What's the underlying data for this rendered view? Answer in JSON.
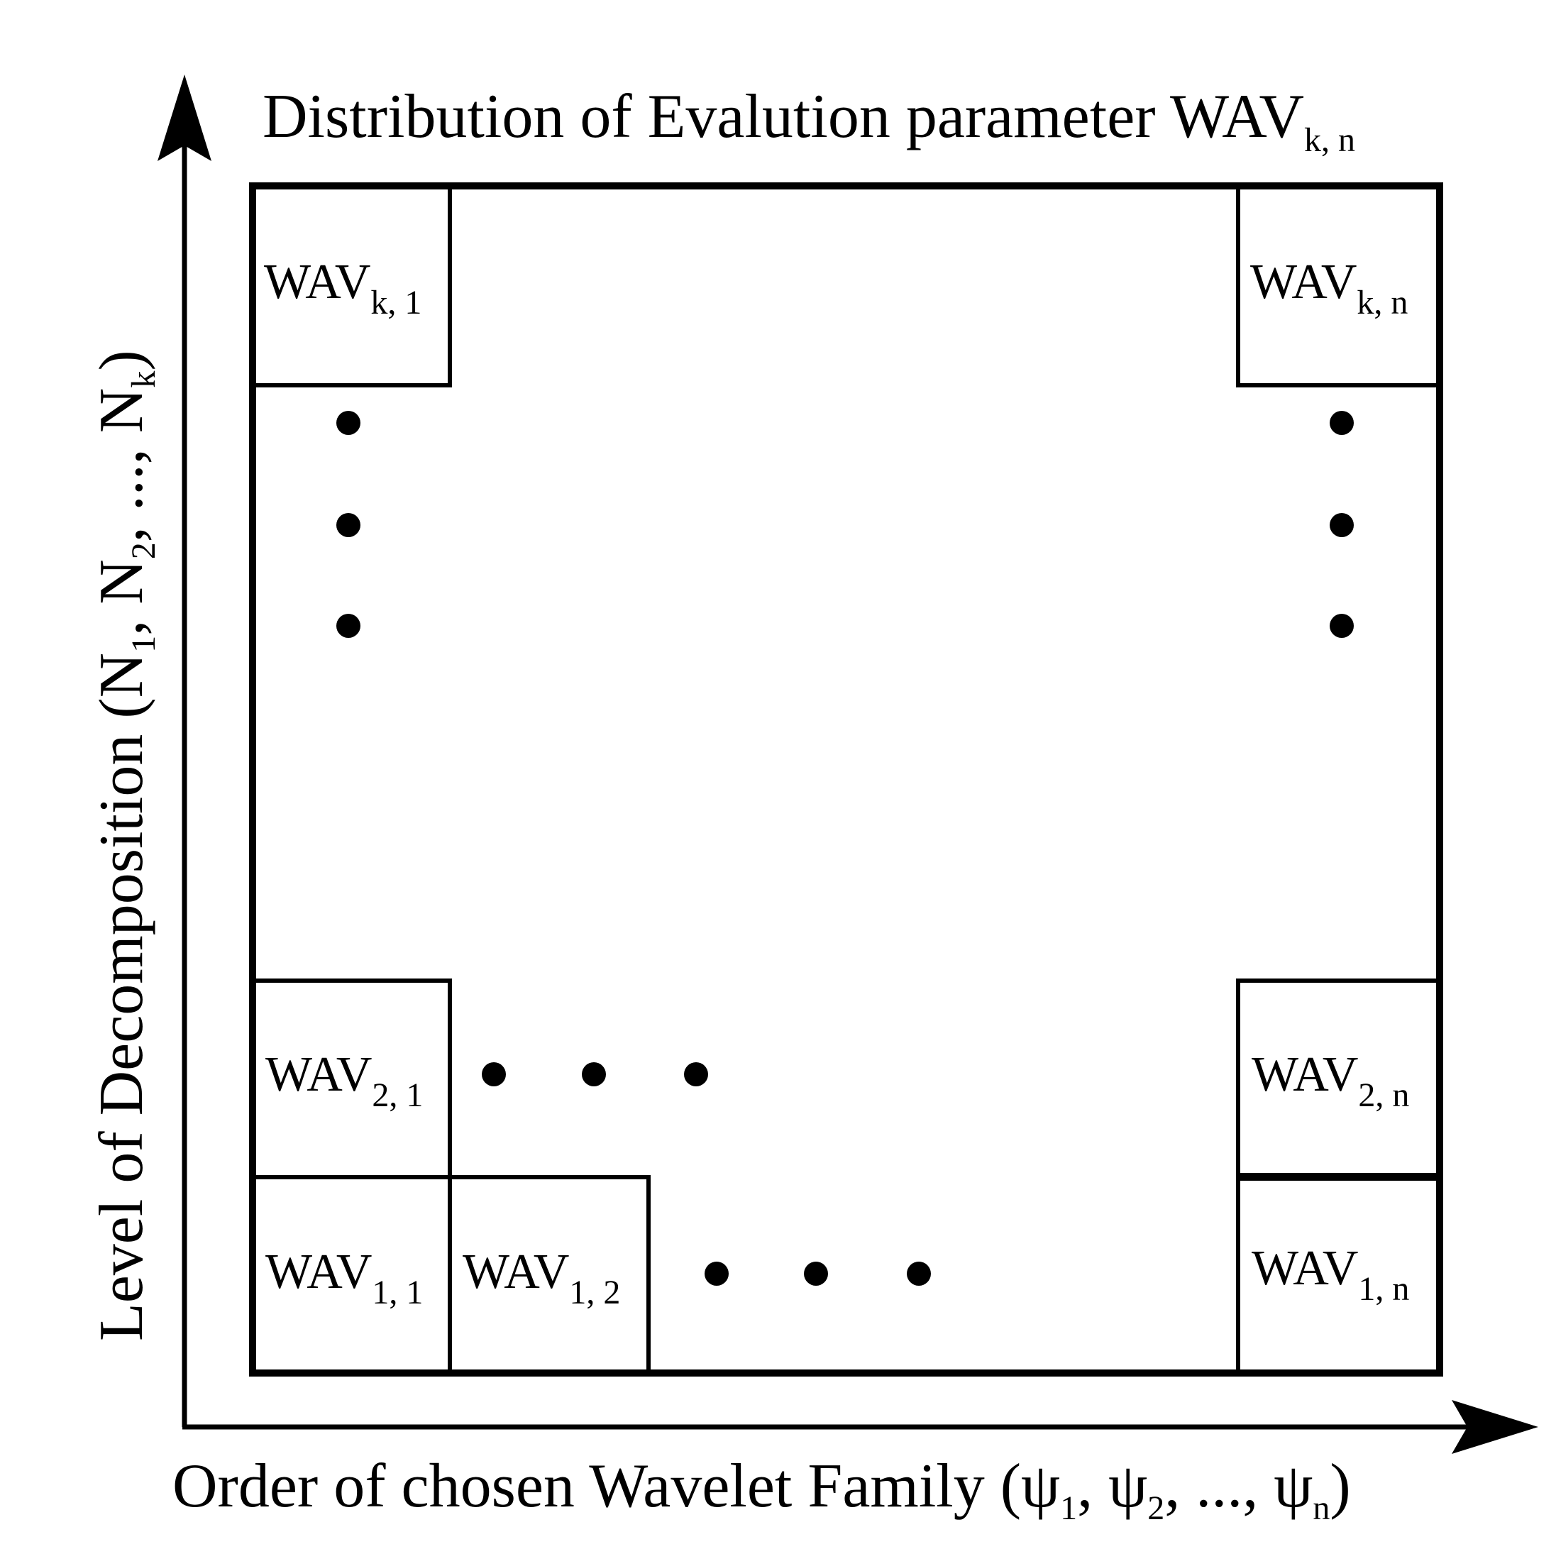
{
  "title": {
    "main": "Distribution of Evalution parameter WAV",
    "sub": "k, n"
  },
  "x_axis": {
    "label_pre": "Order of chosen Wavelet Family (",
    "terms": [
      {
        "sym": "ψ",
        "sub": "1",
        "sep": ", "
      },
      {
        "sym": "ψ",
        "sub": "2",
        "sep": ", ..., "
      },
      {
        "sym": "ψ",
        "sub": "n",
        "sep": ")"
      }
    ]
  },
  "y_axis": {
    "label_pre": "Level of Decomposition (",
    "terms": [
      {
        "sym": "N",
        "sub": "1",
        "sep": ", "
      },
      {
        "sym": "N",
        "sub": "2",
        "sep": ", ..., "
      },
      {
        "sym": "N",
        "sub": "k",
        "sep": ")"
      }
    ]
  },
  "cells": [
    {
      "id": "k1",
      "main": "WAV",
      "sub": "k, 1"
    },
    {
      "id": "kn",
      "main": "WAV",
      "sub": "k, n"
    },
    {
      "id": "21",
      "main": "WAV",
      "sub": "2, 1"
    },
    {
      "id": "2n",
      "main": "WAV",
      "sub": "2, n"
    },
    {
      "id": "11",
      "main": "WAV",
      "sub": "1, 1"
    },
    {
      "id": "12",
      "main": "WAV",
      "sub": "1, 2"
    },
    {
      "id": "1n",
      "main": "WAV",
      "sub": "1, n"
    }
  ],
  "colors": {
    "stroke": "#000000",
    "background": "#ffffff"
  }
}
